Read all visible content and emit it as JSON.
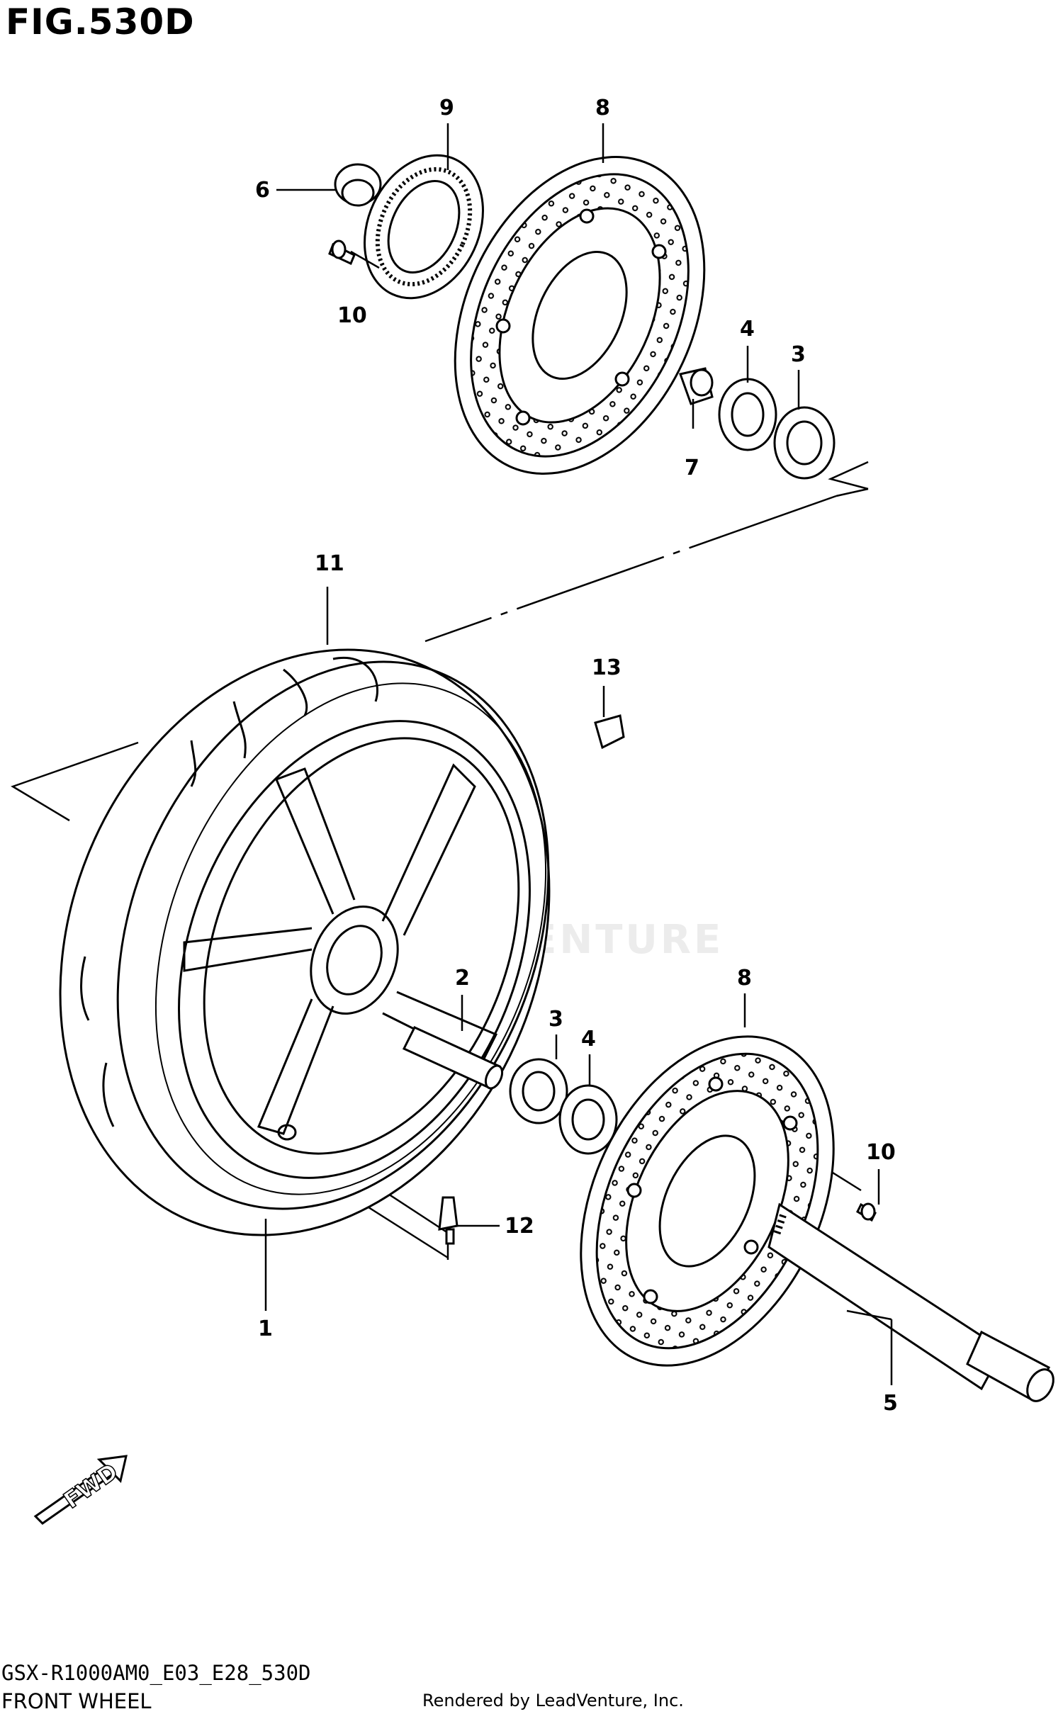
{
  "figure": {
    "title": "FIG.530D",
    "code": "GSX-R1000AM0_E03_E28_530D",
    "name": "FRONT WHEEL",
    "credit": "Rendered by LeadVenture, Inc.",
    "watermark": "LEADVENTURE",
    "direction_label": "FWD"
  },
  "callouts": [
    {
      "id": "c1",
      "label": "1"
    },
    {
      "id": "c2",
      "label": "2"
    },
    {
      "id": "c3a",
      "label": "3"
    },
    {
      "id": "c3b",
      "label": "3"
    },
    {
      "id": "c4a",
      "label": "4"
    },
    {
      "id": "c4b",
      "label": "4"
    },
    {
      "id": "c5",
      "label": "5"
    },
    {
      "id": "c6",
      "label": "6"
    },
    {
      "id": "c7",
      "label": "7"
    },
    {
      "id": "c8a",
      "label": "8"
    },
    {
      "id": "c8b",
      "label": "8"
    },
    {
      "id": "c9",
      "label": "9"
    },
    {
      "id": "c10a",
      "label": "10"
    },
    {
      "id": "c10b",
      "label": "10"
    },
    {
      "id": "c11",
      "label": "11"
    },
    {
      "id": "c12",
      "label": "12"
    },
    {
      "id": "c13",
      "label": "13"
    }
  ],
  "colors": {
    "line": "#000000",
    "background": "#ffffff",
    "watermark": "#ececec"
  }
}
